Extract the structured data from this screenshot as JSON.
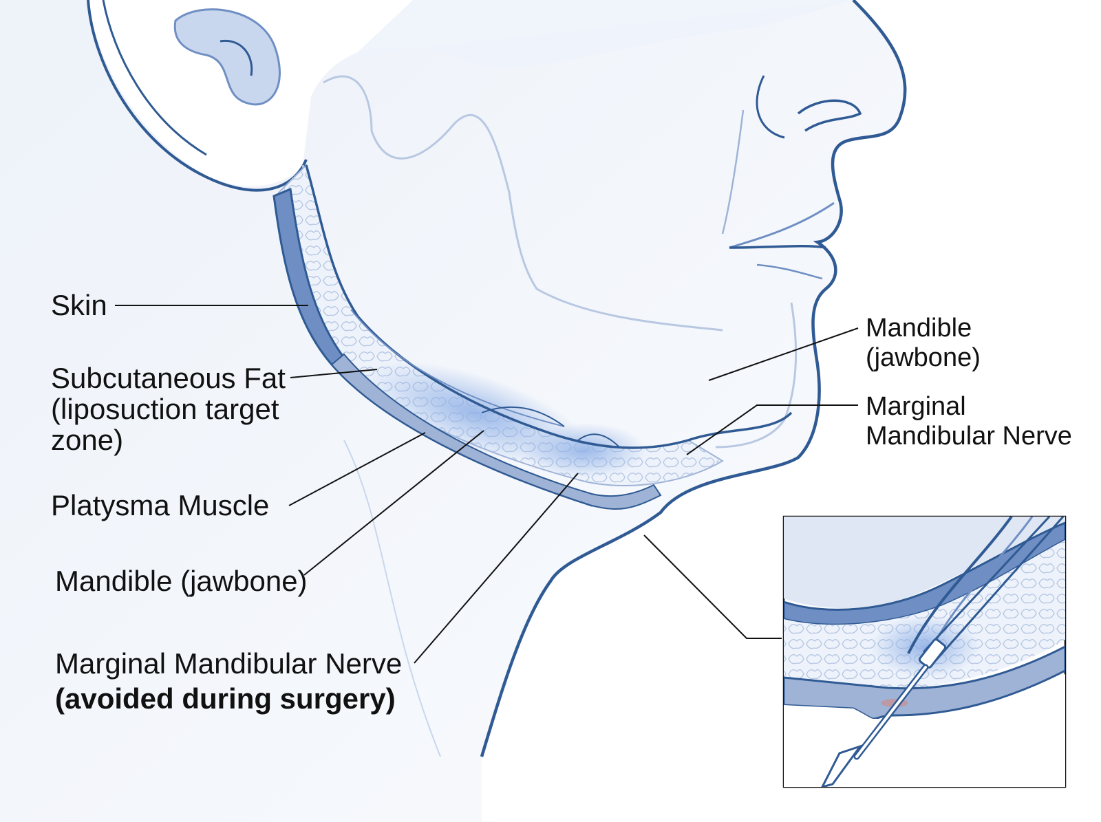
{
  "labels": {
    "skin": [
      "Skin"
    ],
    "subcutaneous_fat": [
      "Subcutaneous Fat",
      "(liposuction target",
      "zone)"
    ],
    "platysma": [
      "Platysma Muscle"
    ],
    "mandible_left": [
      "Mandible (jawbone)"
    ],
    "nerve_left": [
      "Marginal Mandibular Nerve",
      "(avoided during surgery)"
    ],
    "mandible_right": [
      "Mandible",
      "(jawbone)"
    ],
    "nerve_right": [
      "Marginal",
      "Mandibular Nerve"
    ]
  },
  "colors": {
    "outline": "#2f5a93",
    "skin_band": "#6f8fc4",
    "fat_fill": "#eef3fb",
    "fat_highlight": "#8fb0e6",
    "face_fill": "#eef3fb",
    "leader_line": "#111111",
    "incision_mark": "#e07a6a"
  },
  "icons": {
    "inset": "cannula-inset-icon"
  }
}
